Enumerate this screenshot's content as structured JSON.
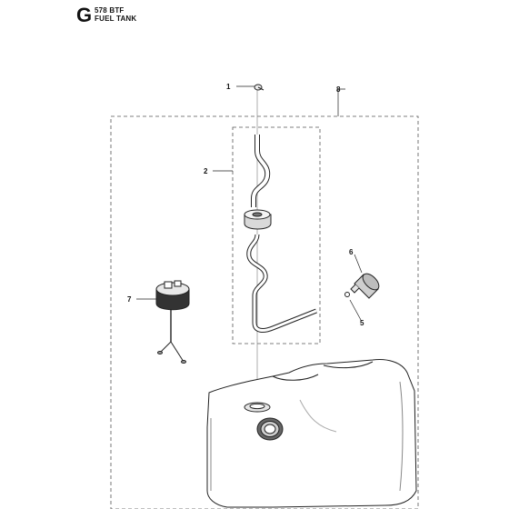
{
  "header": {
    "section_letter": "G",
    "model": "578 BTF",
    "title": "FUEL TANK"
  },
  "callouts": [
    {
      "id": "1",
      "label": "1"
    },
    {
      "id": "2",
      "label": "2"
    },
    {
      "id": "5",
      "label": "5"
    },
    {
      "id": "6",
      "label": "6"
    },
    {
      "id": "7",
      "label": "7"
    },
    {
      "id": "8",
      "label": "8"
    }
  ]
}
